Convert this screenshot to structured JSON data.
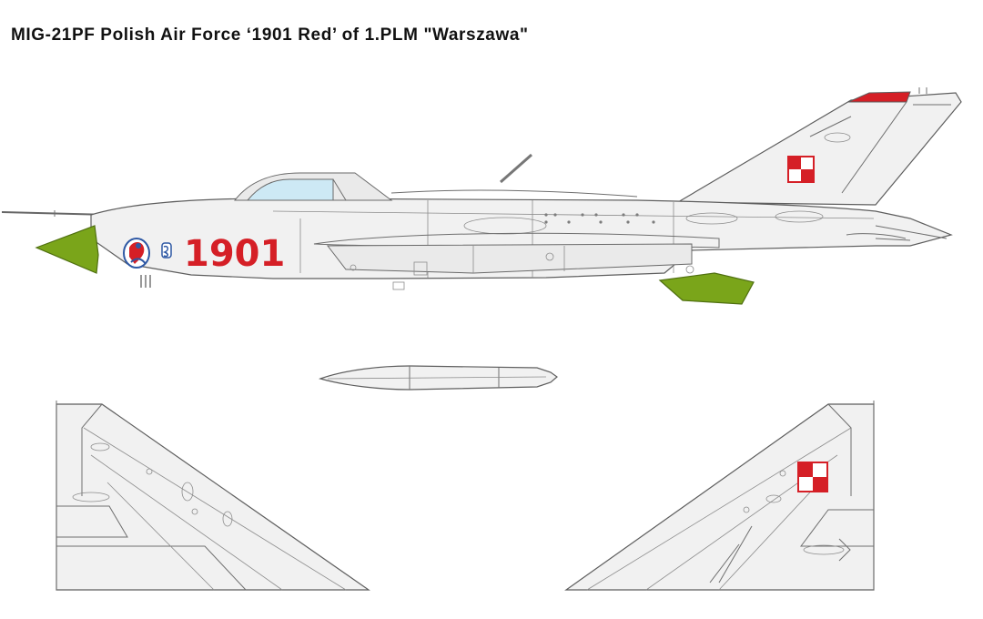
{
  "title": "MIG-21PF Polish Air Force ‘1901 Red’ of 1.PLM \"Warszawa\"",
  "aircraft": {
    "serial_number": "1901",
    "serial_color": "#d51f26",
    "camouflage_color": "#f1f1f1",
    "nose_cone_color": "#7aa51a",
    "canopy_color": "#cde9f5",
    "insignia": "polish-checkerboard",
    "insignia_colors": [
      "#d51f26",
      "#ffffff"
    ],
    "unit_badge": "warszawa-mermaid-badge"
  }
}
